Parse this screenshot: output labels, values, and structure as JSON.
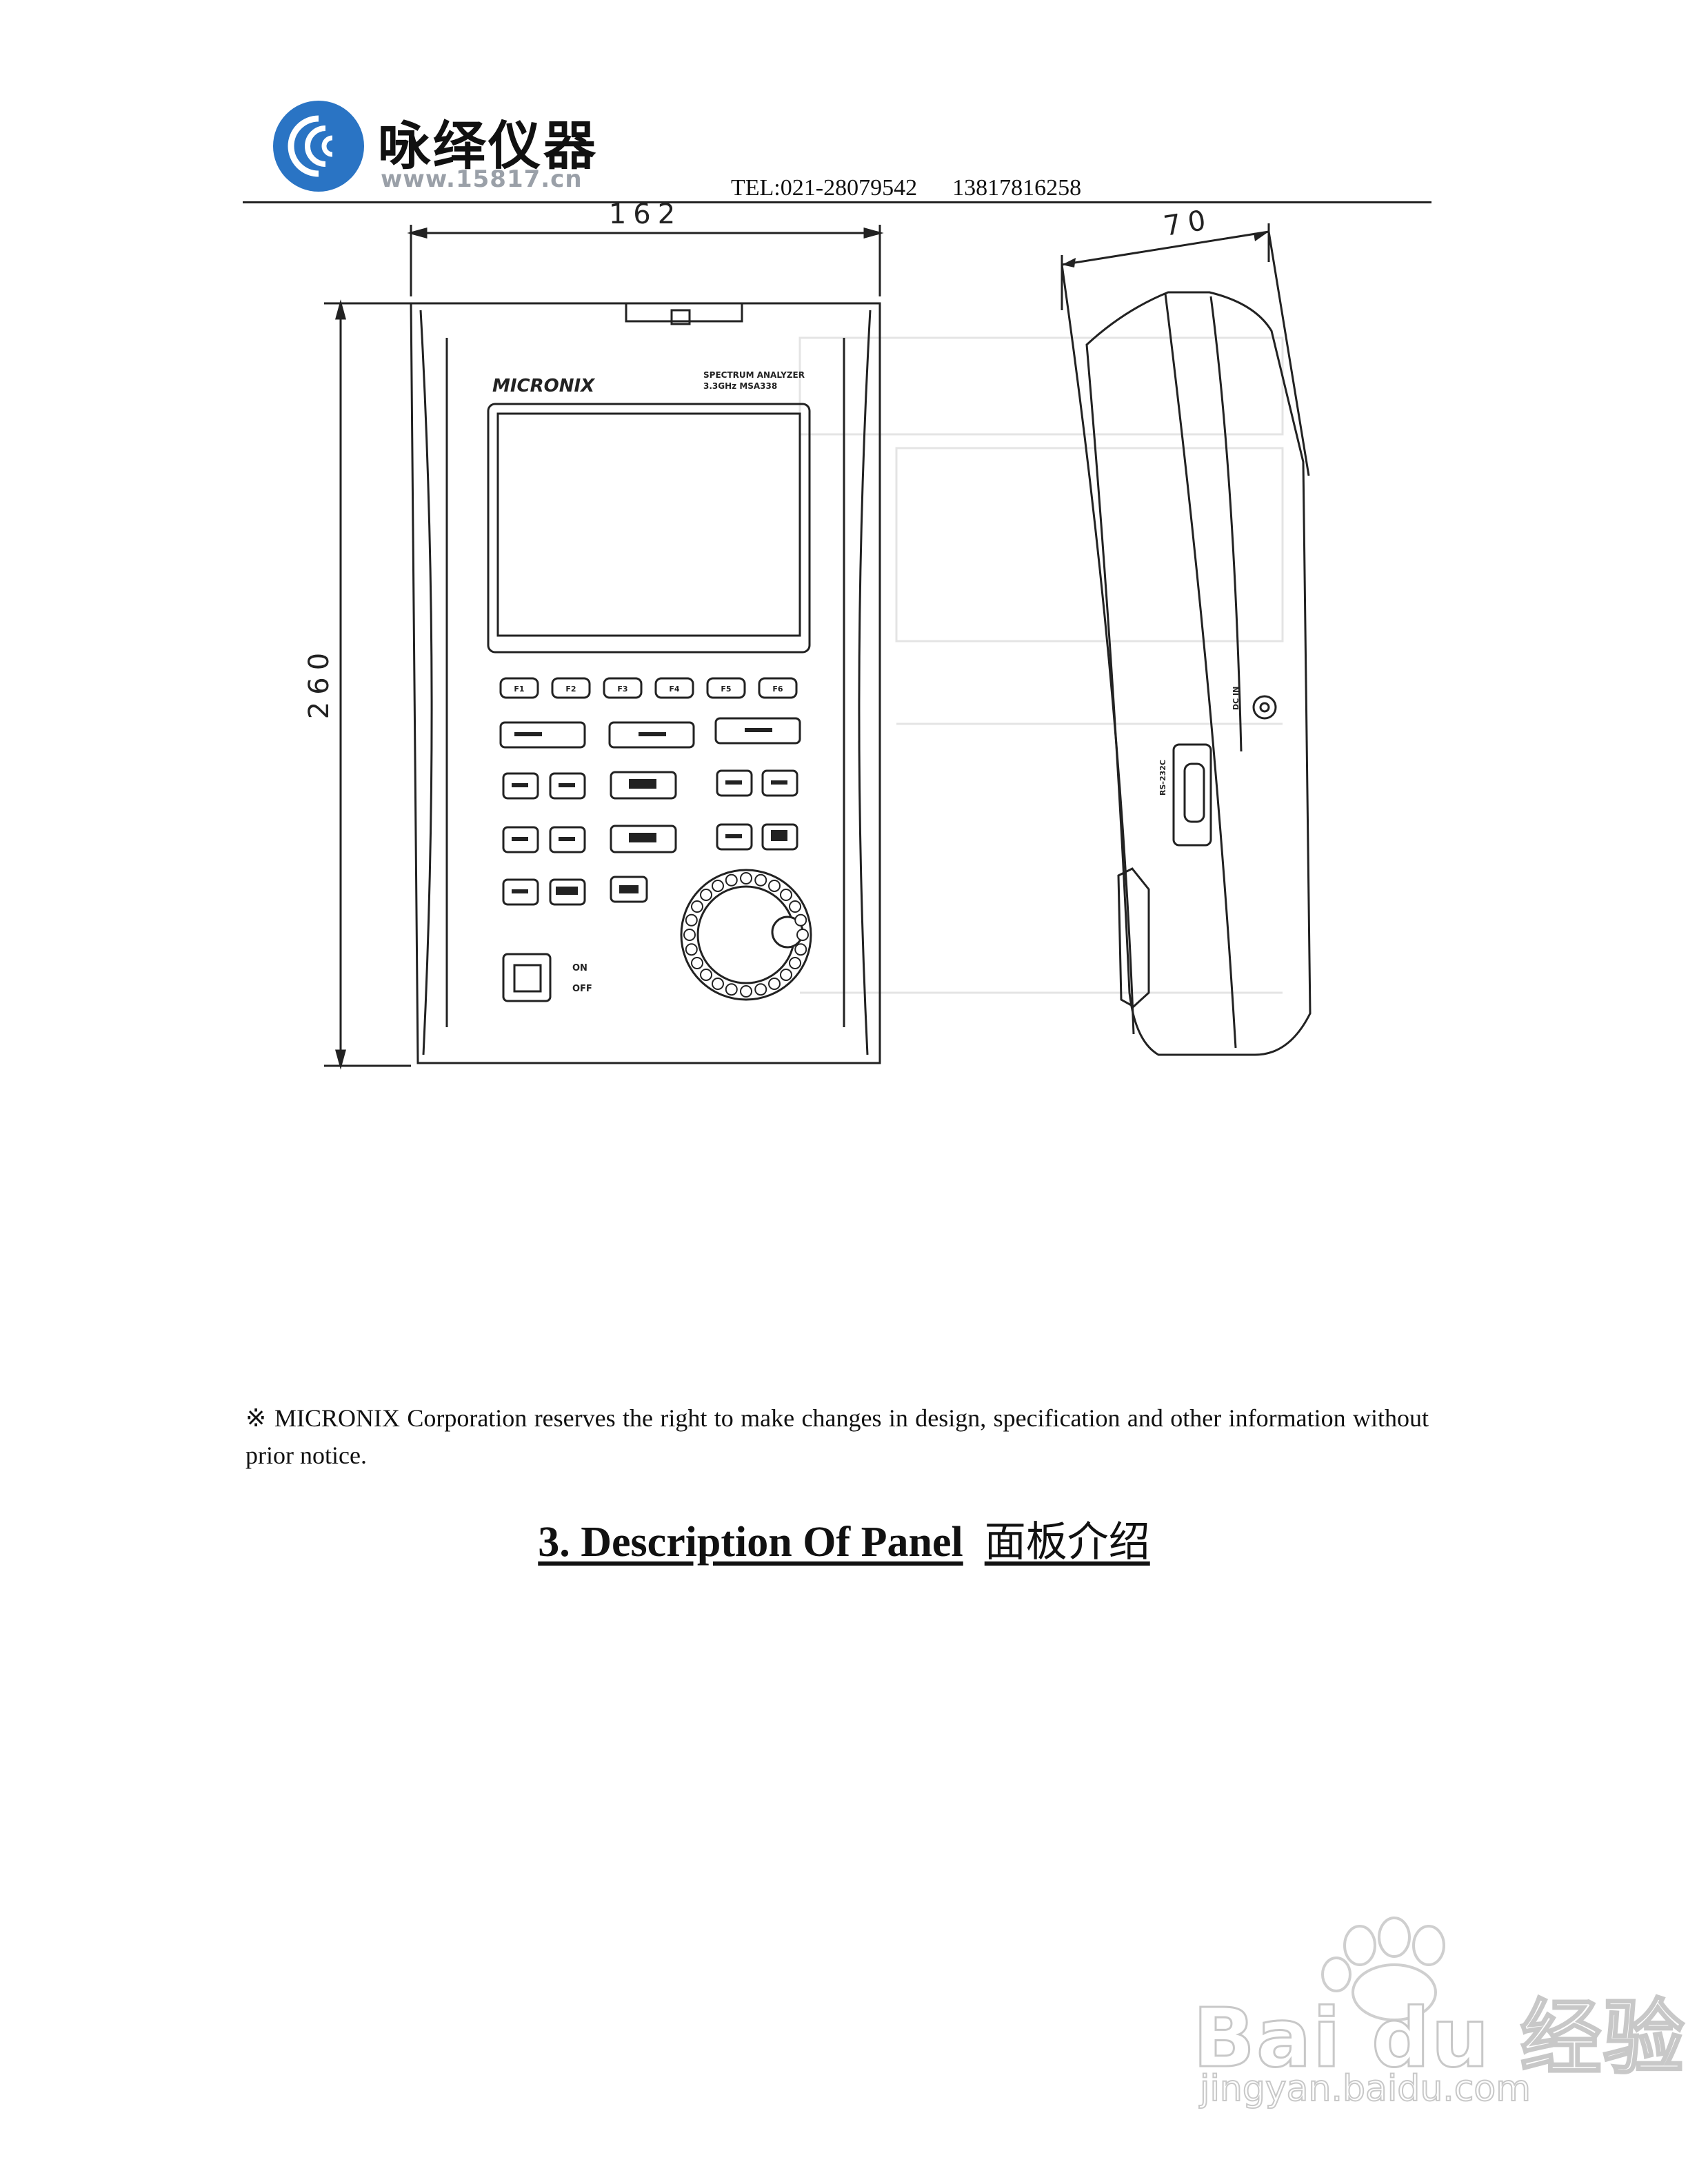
{
  "header": {
    "logo_cn": "咏绎仪器",
    "logo_url": "www.15817.cn",
    "tel": "TEL:021-28079542      13817816258"
  },
  "drawing": {
    "width_dim": "162",
    "height_dim": "260",
    "depth_dim": "70",
    "brand": "MICRONIX",
    "model_line1": "SPECTRUM ANALYZER",
    "model_line2": "3.3GHz  MSA338",
    "fkeys": [
      "F1",
      "F2",
      "F3",
      "F4",
      "F5",
      "F6"
    ],
    "on_label": "ON",
    "off_label": "OFF",
    "port_label": "RS-232C",
    "dc_label": "DC IN"
  },
  "notice": "※ MICRONIX Corporation reserves the right to make changes in design, specification and other information without prior notice.",
  "section": {
    "title": "3. Description Of Panel",
    "title_cn": "面板介绍"
  },
  "watermark": {
    "brand": "Bai du 经验",
    "url": "jingyan.baidu.com"
  }
}
